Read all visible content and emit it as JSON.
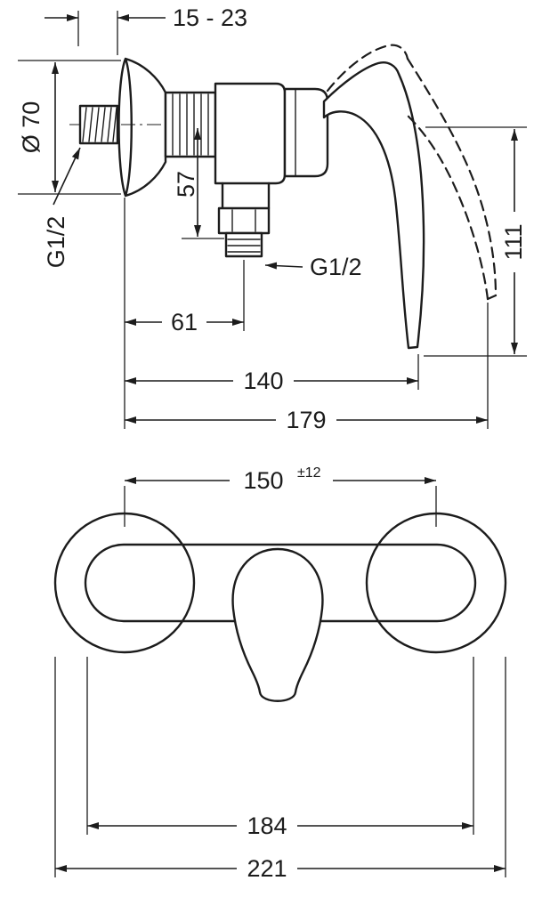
{
  "drawing": {
    "type": "technical-dimension-drawing",
    "subject": "single-lever shower mixer",
    "line_color": "#1c1c1c",
    "background": "#ffffff",
    "side_view": {
      "dim_wall_range": "15 - 23",
      "dim_flange_diameter": "Ø 70",
      "dim_inlet_thread": "G1/2",
      "dim_outlet_drop": "57",
      "dim_outlet_thread": "G1/2",
      "dim_outlet_offset": "61",
      "dim_depth_handle": "140",
      "dim_depth_total": "179",
      "dim_handle_height": "111"
    },
    "front_view": {
      "dim_center_distance": "150",
      "dim_center_tolerance": "±12",
      "dim_body_width": "184",
      "dim_overall_width": "221"
    }
  }
}
